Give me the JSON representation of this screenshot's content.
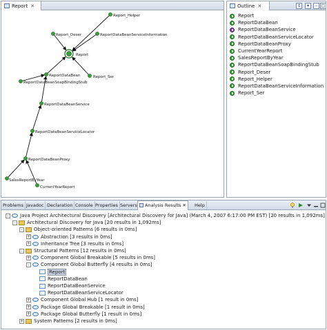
{
  "report_view": {
    "tab": "Report",
    "nodes": [
      {
        "label": "Report_Helper"
      },
      {
        "label": "ReportDataBeanServiceInformation"
      },
      {
        "label": "Report_Deser"
      },
      {
        "label": "Report"
      },
      {
        "label": "ReportDataBean"
      },
      {
        "label": "Report_Ser"
      },
      {
        "label": "ReportDataBeanSoapBindingStub"
      },
      {
        "label": "ReportDataBeanService"
      },
      {
        "label": "ReportDataBeanServiceLocator"
      },
      {
        "label": "ReportDataBeanProxy"
      },
      {
        "label": "SalesReportByYear"
      },
      {
        "label": "CurrentYearReport"
      }
    ]
  },
  "outline_view": {
    "tab": "Outline",
    "items": [
      {
        "label": "Report",
        "icon": "class-icon"
      },
      {
        "label": "ReportDataBean",
        "icon": "class-icon"
      },
      {
        "label": "ReportDataBeanService",
        "icon": "interface-icon"
      },
      {
        "label": "ReportDataBeanServiceLocator",
        "icon": "class-icon"
      },
      {
        "label": "ReportDataBeanProxy",
        "icon": "class-icon"
      },
      {
        "label": "CurrentYearReport",
        "icon": "class-icon"
      },
      {
        "label": "SalesReportByYear",
        "icon": "class-icon"
      },
      {
        "label": "ReportDataBeanSoapBindingStub",
        "icon": "class-icon"
      },
      {
        "label": "Report_Deser",
        "icon": "class-icon"
      },
      {
        "label": "Report_Helper",
        "icon": "class-icon"
      },
      {
        "label": "ReportDataBeanServiceInformation",
        "icon": "class-icon"
      },
      {
        "label": "Report_Ser",
        "icon": "class-icon"
      }
    ]
  },
  "bottom_tabs": [
    "Problems",
    "Javadoc",
    "Declaration",
    "Console",
    "Properties",
    "Servers",
    "Analysis Results",
    "Help"
  ],
  "active_bottom_tab": "Analysis Results",
  "analysis_tree": [
    {
      "text": "Java Project Architectural Discovery [Architectural Discovery for Java]  (March 4, 2007 6:17:00 PM EST) [20 results in 1,092ms]",
      "level": 0,
      "icon": "result-icon",
      "expander": "-"
    },
    {
      "text": "Architectural Discovery for Java [20 results in 1,092ms]",
      "level": 1,
      "icon": "folder-icon",
      "expander": "-"
    },
    {
      "text": "Object-oriented Patterns [6 results in 0ms]",
      "level": 2,
      "icon": "folder-icon",
      "expander": "-"
    },
    {
      "text": "Abstraction [3 results in 0ms]",
      "level": 3,
      "icon": "pattern-icon",
      "expander": "+"
    },
    {
      "text": "Inheritance Tree [3 results in 0ms]",
      "level": 3,
      "icon": "pattern-icon",
      "expander": "+"
    },
    {
      "text": "Structural Patterns [12 results in 0ms]",
      "level": 2,
      "icon": "folder-icon",
      "expander": "-"
    },
    {
      "text": "Component Global Breakable [5 results in 0ms]",
      "level": 3,
      "icon": "pattern-icon",
      "expander": "+"
    },
    {
      "text": "Component Global Butterfly [4 results in 0ms]",
      "level": 3,
      "icon": "pattern-icon",
      "expander": "-"
    },
    {
      "text": "Report",
      "level": 4,
      "icon": "class-result-icon",
      "expander": "",
      "selected": true
    },
    {
      "text": "ReportDataBean",
      "level": 4,
      "icon": "class-result-icon",
      "expander": ""
    },
    {
      "text": "ReportDataBeanService",
      "level": 4,
      "icon": "class-result-icon",
      "expander": ""
    },
    {
      "text": "ReportDataBeanServiceLocator",
      "level": 4,
      "icon": "class-result-icon",
      "expander": ""
    },
    {
      "text": "Component Global Hub [1 result in 0ms]",
      "level": 3,
      "icon": "pattern-icon",
      "expander": "+"
    },
    {
      "text": "Package Global Breakable [1 result in 0ms]",
      "level": 3,
      "icon": "pattern-icon",
      "expander": "+"
    },
    {
      "text": "Package Global Butterfly [1 result in 0ms]",
      "level": 3,
      "icon": "pattern-icon",
      "expander": "+"
    },
    {
      "text": "System Patterns [2 results in 0ms]",
      "level": 2,
      "icon": "folder-icon",
      "expander": "+"
    }
  ],
  "colors": {
    "class_icon": "#3c9b3c",
    "interface_icon": "#7b3fa3",
    "selection": "#c8d4e6"
  }
}
